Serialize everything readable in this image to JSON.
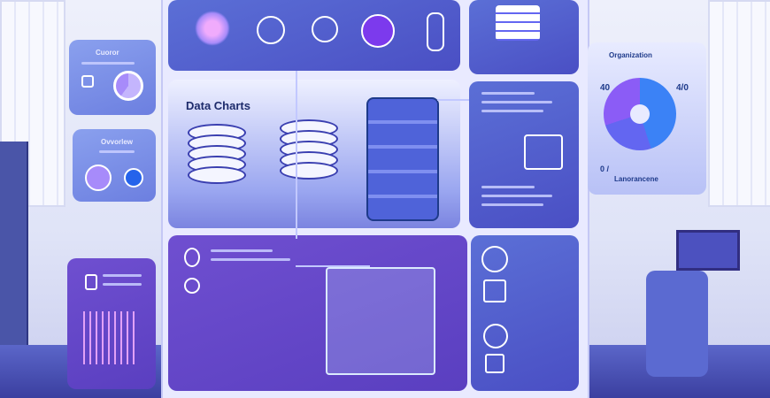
{
  "main": {
    "title": "Data Charts"
  },
  "labels": {
    "left_top": "Cuoror",
    "left_mid": "Ovvorlew",
    "right_card_title": "Organization",
    "right_card_footer": "Lanorancene",
    "chart_left_top": "40",
    "chart_right_top": "4/0",
    "chart_left_bottom": "0 /"
  },
  "colors": {
    "accent": "#5b4fd0",
    "primary": "#4a4fc4",
    "chart_purple": "#8b5cf6",
    "chart_blue": "#3b82f6"
  },
  "icons": [
    "flower-icon",
    "lightbulb-icon",
    "target-icon",
    "power-icon",
    "person-icon",
    "server-icon",
    "chart-pie-icon",
    "gauge-icon",
    "lock-icon",
    "list-icon",
    "power-button-icon",
    "location-icon",
    "cube-icon"
  ]
}
